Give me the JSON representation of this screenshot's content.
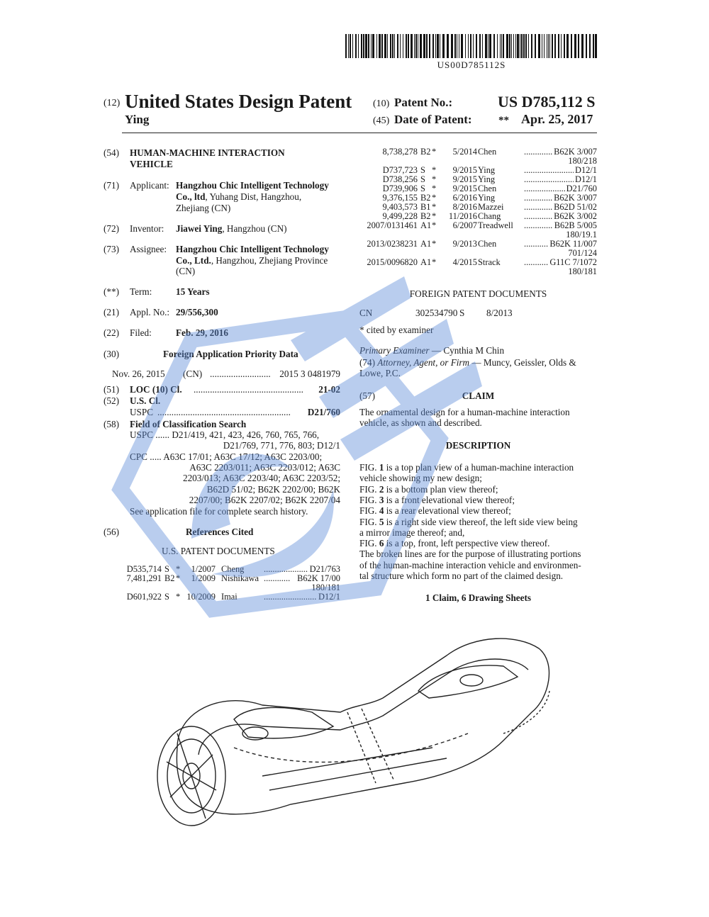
{
  "barcode_text": "US00D785112S",
  "header": {
    "code12": "(12)",
    "patent_type": "United States Design Patent",
    "inventor_surname": "Ying",
    "code10": "(10)",
    "patent_no_label": "Patent No.:",
    "patent_no": "US D785,112 S",
    "code45": "(45)",
    "date_label": "Date of Patent:",
    "date_marker": "**",
    "date_value": "Apr. 25, 2017"
  },
  "left": {
    "f54": {
      "code": "(54)",
      "title_line1": "HUMAN-MACHINE INTERACTION",
      "title_line2": "VEHICLE"
    },
    "f71": {
      "code": "(71)",
      "label": "Applicant:",
      "line1": "Hangzhou Chic Intelligent Technology",
      "line2_bold": "Co., ltd",
      "line2_rest": ", Yuhang Dist, Hangzhou,",
      "line3": "Zhejiang (CN)"
    },
    "f72": {
      "code": "(72)",
      "label": "Inventor:",
      "name": "Jiawei Ying",
      "rest": ", Hangzhou (CN)"
    },
    "f73": {
      "code": "(73)",
      "label": "Assignee:",
      "line1": "Hangzhou Chic Intelligent Technology",
      "line2_bold": "Co., Ltd.",
      "line2_rest": ", Hangzhou, Zhejiang Province",
      "line3": "(CN)"
    },
    "term": {
      "code": "(**)",
      "label": "Term:",
      "value": "15 Years"
    },
    "f21": {
      "code": "(21)",
      "label": "Appl. No.:",
      "value": "29/556,300"
    },
    "f22": {
      "code": "(22)",
      "label": "Filed:",
      "value": "Feb. 29, 2016"
    },
    "f30": {
      "code": "(30)",
      "heading": "Foreign Application Priority Data",
      "date": "Nov. 26, 2015",
      "country": "(CN)",
      "dots": "..........................",
      "number": "2015 3 0481979"
    },
    "f51": {
      "code": "(51)",
      "label": "LOC (10) Cl.",
      "dots": "...............................................",
      "value": "21-02"
    },
    "f52": {
      "code": "(52)",
      "label": "U.S. Cl.",
      "uspc": "USPC",
      "dots": ".........................................................",
      "value": "D21/760"
    },
    "f58": {
      "code": "(58)",
      "heading": "Field of Classification Search",
      "lines": [
        "USPC ...... D21/419, 421, 423, 426, 760, 765, 766,",
        "D21/769, 771, 776, 803; D12/1",
        "CPC ..... A63C 17/01; A63C 17/12; A63C 2203/00;",
        "A63C 2203/011; A63C 2203/012; A63C",
        "2203/013; A63C 2203/40; A63C 2203/52;",
        "B62D 51/02; B62K 2202/00; B62K",
        "2207/00; B62K 2207/02; B62K 2207/04"
      ],
      "see": "See application file for complete search history."
    },
    "f56": {
      "code": "(56)",
      "heading": "References Cited",
      "subheading": "U.S. PATENT DOCUMENTS"
    },
    "refs": [
      {
        "no": "D535,714",
        "kind": "S",
        "star": "*",
        "date": "1/2007",
        "name": "Cheng",
        "dots": "..........................",
        "cls": "D21/763"
      },
      {
        "no": "7,481,291",
        "kind": "B2",
        "star": "*",
        "date": "1/2009",
        "name": "Nishikawa",
        "dots": "............",
        "cls": "B62K 17/00",
        "cls2": "180/181"
      },
      {
        "no": "D601,922",
        "kind": "S",
        "star": "*",
        "date": "10/2009",
        "name": "Imai",
        "dots": "..................................",
        "cls": "D12/1"
      }
    ]
  },
  "right": {
    "refs": [
      {
        "no": "8,738,278",
        "kind": "B2",
        "star": "*",
        "date": "5/2014",
        "name": "Chen",
        "dots": "......................",
        "cls": "B62K 3/007",
        "cls2": "180/218"
      },
      {
        "no": "D737,723",
        "kind": "S",
        "star": "*",
        "date": "9/2015",
        "name": "Ying",
        "dots": "................................",
        "cls": "D12/1"
      },
      {
        "no": "D738,256",
        "kind": "S",
        "star": "*",
        "date": "9/2015",
        "name": "Ying",
        "dots": "................................",
        "cls": "D12/1"
      },
      {
        "no": "D739,906",
        "kind": "S",
        "star": "*",
        "date": "9/2015",
        "name": "Chen",
        "dots": "...........................",
        "cls": "D21/760"
      },
      {
        "no": "9,376,155",
        "kind": "B2",
        "star": "*",
        "date": "6/2016",
        "name": "Ying",
        "dots": "......................",
        "cls": "B62K 3/007"
      },
      {
        "no": "9,403,573",
        "kind": "B1",
        "star": "*",
        "date": "8/2016",
        "name": "Mazzei",
        "dots": "..................",
        "cls": "B62D 51/02"
      },
      {
        "no": "9,499,228",
        "kind": "B2",
        "star": "*",
        "date": "11/2016",
        "name": "Chang",
        "dots": "..................",
        "cls": "B62K 3/002"
      },
      {
        "no": "2007/0131461",
        "kind": "A1",
        "star": "*",
        "date": "6/2007",
        "name": "Treadwell",
        "dots": "...............",
        "cls": "B62B 5/005",
        "cls2": "180/19.1"
      },
      {
        "no": "2013/0238231",
        "kind": "A1",
        "star": "*",
        "date": "9/2013",
        "name": "Chen",
        "dots": ".....................",
        "cls": "B62K 11/007",
        "cls2": "701/124"
      },
      {
        "no": "2015/0096820",
        "kind": "A1",
        "star": "*",
        "date": "4/2015",
        "name": "Strack",
        "dots": "..................",
        "cls": "G11C 7/1072",
        "cls2": "180/181"
      }
    ],
    "foreign_heading": "FOREIGN PATENT DOCUMENTS",
    "foreign": {
      "country": "CN",
      "number": "302534790",
      "kind": "S",
      "date": "8/2013"
    },
    "cited": "* cited by examiner",
    "examiner_label": "Primary Examiner",
    "examiner": " — Cynthia M Chin",
    "attorney_code": "(74)",
    "attorney_label": "Attorney, Agent, or Firm",
    "attorney_line1": " — Muncy, Geissler, Olds &",
    "attorney_line2": "Lowe, P.C.",
    "claim_code": "(57)",
    "claim_heading": "CLAIM",
    "claim_lines": [
      "The ornamental design for a human-machine interaction",
      "vehicle, as shown and described."
    ],
    "desc_heading": "DESCRIPTION",
    "desc_lines": [
      {
        "pre": "FIG. ",
        "b": "1",
        "post": " is a top plan view of a human-machine interaction"
      },
      {
        "pre": "vehicle showing my new design;",
        "b": "",
        "post": ""
      },
      {
        "pre": "FIG. ",
        "b": "2",
        "post": " is a bottom plan view thereof;"
      },
      {
        "pre": "FIG. ",
        "b": "3",
        "post": " is a front elevational view thereof;"
      },
      {
        "pre": "FIG. ",
        "b": "4",
        "post": " is a rear elevational view thereof;"
      },
      {
        "pre": "FIG. ",
        "b": "5",
        "post": " is a right side view thereof, the left side view being"
      },
      {
        "pre": "a mirror image thereof; and,",
        "b": "",
        "post": ""
      },
      {
        "pre": "FIG. ",
        "b": "6",
        "post": " is a top, front, left perspective view thereof."
      },
      {
        "pre": "The broken lines are for the purpose of illustrating portions",
        "b": "",
        "post": ""
      },
      {
        "pre": "of the human-machine interaction vehicle and environmen-",
        "b": "",
        "post": ""
      },
      {
        "pre": "tal structure which form no part of the claimed design.",
        "b": "",
        "post": ""
      }
    ],
    "sheets": "1 Claim, 6 Drawing Sheets"
  },
  "colors": {
    "ink": "#1a1a1a",
    "watermark": "#5b8ad8"
  },
  "icons": {
    "watermark": "watermark-logo-icon",
    "barcode": "barcode-icon",
    "drawing": "hoverboard-drawing-icon"
  }
}
